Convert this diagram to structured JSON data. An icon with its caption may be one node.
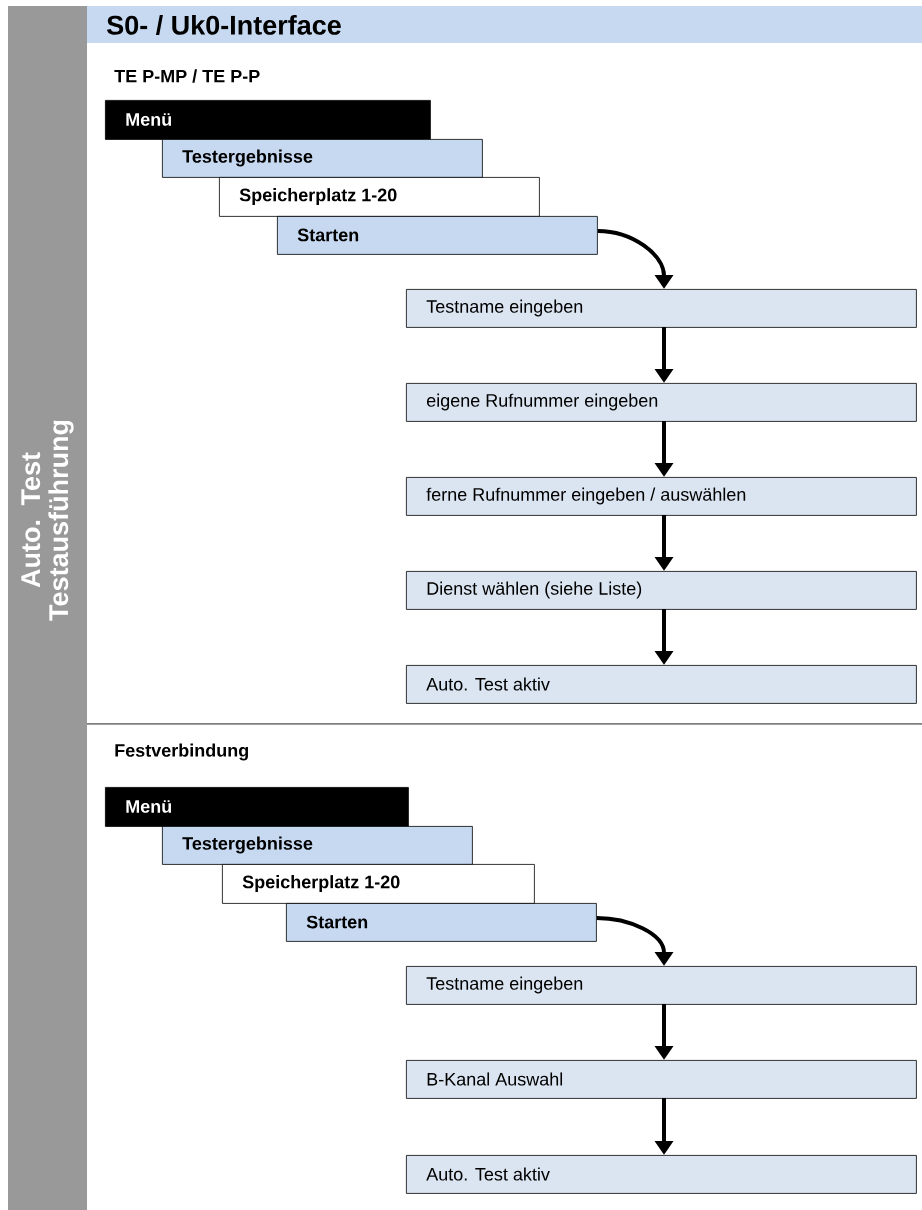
{
  "diagram": {
    "title": "S0- / Uk0-Interface",
    "nodes": [
      {
        "text": [
          "Auto. Test Testausführung"
        ]
      },
      {
        "text": [
          "Menü"
        ]
      },
      {
        "text": [
          "Testergebnisse"
        ]
      },
      {
        "text": [
          "Speicherplatz 1-20"
        ]
      },
      {
        "text": [
          "Starten"
        ]
      },
      {
        "text": [
          "Testname eingeben"
        ]
      },
      {
        "text": [
          "eigene Rufnummer eingeben"
        ]
      },
      {
        "text": [
          "ferne Rufnummer eingeben / auswählen"
        ]
      },
      {
        "text": [
          "Dienst wählen (siehe Liste)"
        ]
      },
      {
        "text": [
          "Auto. Test aktiv"
        ]
      },
      {
        "text": [
          "Menü"
        ]
      },
      {
        "text": [
          "Testergebnisse"
        ]
      },
      {
        "text": [
          "Speicherplatz 1-20"
        ]
      },
      {
        "text": [
          "Starten"
        ]
      },
      {
        "text": [
          "Testname eingeben"
        ]
      },
      {
        "text": [
          "B-Kanal Auswahl"
        ]
      },
      {
        "text": [
          "Auto. Test aktiv"
        ]
      }
    ],
    "edges": [
      {
        "from": 4,
        "to": 5,
        "arrow": "to"
      },
      {
        "from": 5,
        "to": 6,
        "arrow": "to"
      },
      {
        "from": 6,
        "to": 7,
        "arrow": "to"
      },
      {
        "from": 7,
        "to": 8,
        "arrow": "to"
      },
      {
        "from": 8,
        "to": 9,
        "arrow": "to"
      },
      {
        "from": 13,
        "to": 14,
        "arrow": "to"
      },
      {
        "from": 14,
        "to": 15,
        "arrow": "to"
      },
      {
        "from": 15,
        "to": 16,
        "arrow": "to"
      }
    ],
    "labels": [
      "TE P-MP / TE P-P",
      "Festverbindung"
    ]
  }
}
